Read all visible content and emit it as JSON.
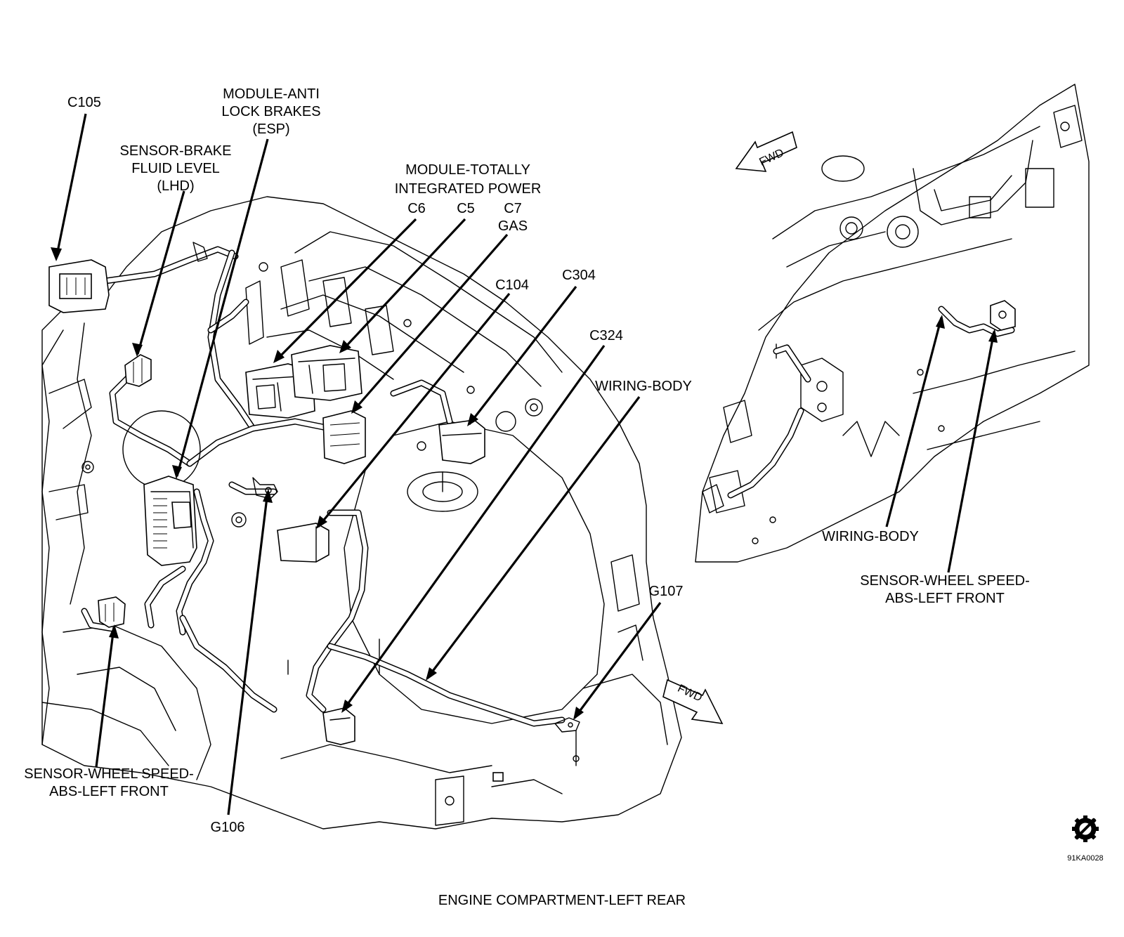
{
  "caption": "ENGINE COMPARTMENT-LEFT REAR",
  "figure_code": "91KA0028",
  "labels": {
    "c105": "C105",
    "module_abs_1": "MODULE-ANTI",
    "module_abs_2": "LOCK BRAKES",
    "module_abs_3": "(ESP)",
    "sensor_brake_1": "SENSOR-BRAKE",
    "sensor_brake_2": "FLUID LEVEL",
    "sensor_brake_3": "(LHD)",
    "module_tip_1": "MODULE-TOTALLY",
    "module_tip_2": "INTEGRATED POWER",
    "c6": "C6",
    "c5": "C5",
    "c7_1": "C7",
    "c7_2": "GAS",
    "c104": "C104",
    "c304": "C304",
    "c324": "C324",
    "wiring_body_main": "WIRING-BODY",
    "g107": "G107",
    "g106": "G106",
    "wheel_left_1": "SENSOR-WHEEL SPEED-",
    "wheel_left_2": "ABS-LEFT FRONT",
    "wiring_body_inset": "WIRING-BODY",
    "wheel_inset_1": "SENSOR-WHEEL SPEED-",
    "wheel_inset_2": "ABS-LEFT FRONT",
    "fwd_inset": "FWD",
    "fwd_main": "FWD"
  },
  "icons": {
    "service_icon": "gear-wrench-icon"
  }
}
